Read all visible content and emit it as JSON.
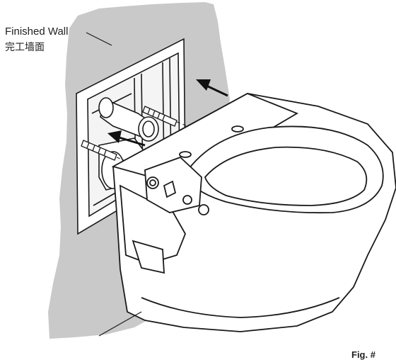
{
  "labels": {
    "wall_en": "Finished Wall",
    "wall_zh": "完工墙面",
    "figure": "Fig. #"
  },
  "colors": {
    "wall": "#c9c9c9",
    "line": "#1a1a1a",
    "paper": "#ffffff"
  },
  "icons": [
    "arrow-icon",
    "bolt-icon",
    "pipe-icon",
    "toilet-bowl-icon"
  ]
}
